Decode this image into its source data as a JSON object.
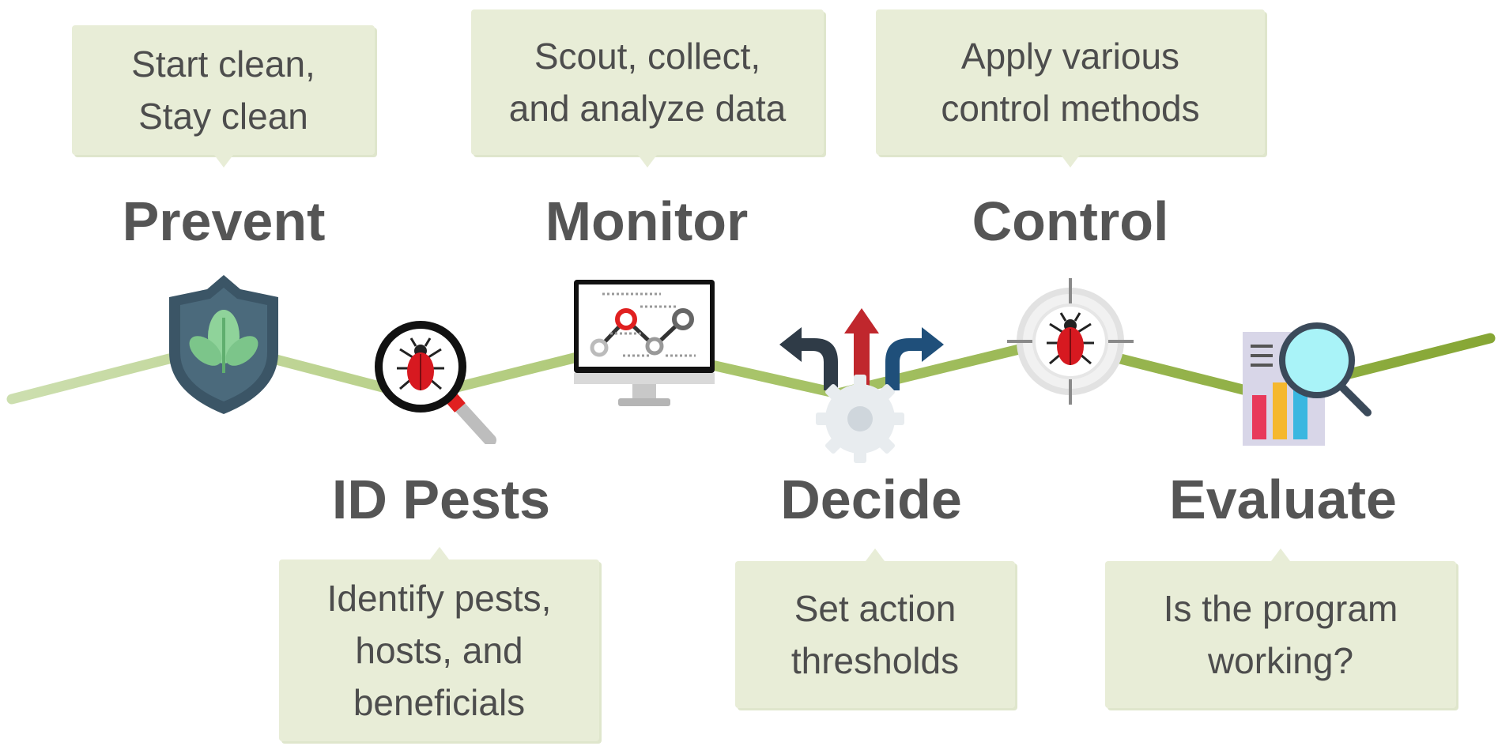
{
  "steps": [
    {
      "title": "Prevent",
      "description": [
        "Start clean,",
        "Stay clean"
      ],
      "icon": "shield-leaf-icon"
    },
    {
      "title": "ID Pests",
      "description": [
        "Identify pests,",
        "hosts, and",
        "beneficials"
      ],
      "icon": "magnifier-bug-icon"
    },
    {
      "title": "Monitor",
      "description": [
        "Scout, collect,",
        "and analyze data"
      ],
      "icon": "monitor-chart-icon"
    },
    {
      "title": "Decide",
      "description": [
        "Set action",
        "thresholds"
      ],
      "icon": "arrows-gear-icon"
    },
    {
      "title": "Control",
      "description": [
        "Apply various",
        "control methods"
      ],
      "icon": "target-bug-icon"
    },
    {
      "title": "Evaluate",
      "description": [
        "Is the program",
        "working?"
      ],
      "icon": "report-magnifier-icon"
    }
  ],
  "colors": {
    "callout_bg": "#e8edd7",
    "title_text": "#555555",
    "line_light": "#c5d89f",
    "line_dark": "#8aaa3c",
    "bug_red": "#d71920"
  }
}
